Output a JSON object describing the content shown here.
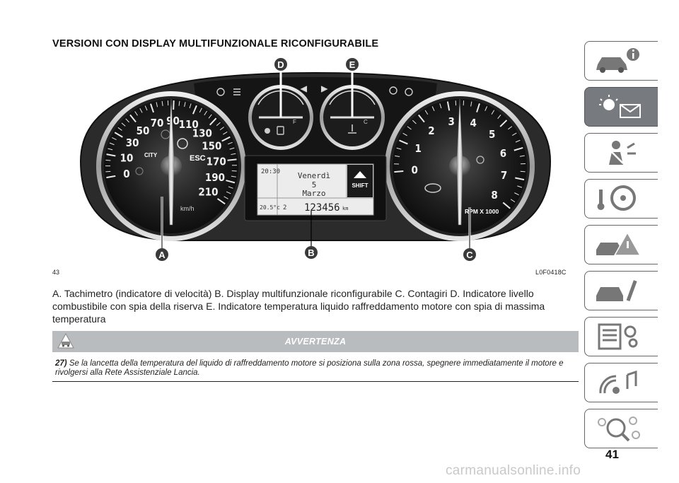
{
  "heading": "VERSIONI CON DISPLAY MULTIFUNZIONALE RICONFIGURABILE",
  "figure": {
    "number": "43",
    "code": "L0F0418C",
    "callouts": {
      "A": "A",
      "B": "B",
      "C": "C",
      "D": "D",
      "E": "E"
    },
    "speedometer": {
      "ticks": [
        "0",
        "10",
        "30",
        "50",
        "70",
        "90",
        "110",
        "130",
        "150",
        "170",
        "190",
        "210"
      ],
      "unit": "km/h",
      "city": "CITY",
      "esc": "ESC"
    },
    "tachometer": {
      "ticks": [
        "0",
        "1",
        "2",
        "3",
        "4",
        "5",
        "6",
        "7",
        "8"
      ],
      "unit": "RPM X 1000"
    },
    "display": {
      "time": "20:30",
      "day": "Venerdì",
      "date": "5",
      "month": "Marzo",
      "shift": "SHIFT",
      "temp": "20.5°c",
      "gear": "2",
      "odometer": "123456",
      "odometer_unit": "km"
    },
    "fuel_gauge": {
      "full": "F"
    },
    "temp_gauge": {
      "cold": "C"
    }
  },
  "caption": "A. Tachimetro (indicatore di velocità) B. Display multifunzionale riconfigurabile C. Contagiri D. Indicatore livello combustibile con spia della riserva E. Indicatore temperatura liquido raffreddamento motore con spia di massima temperatura",
  "warning": {
    "title": "AVVERTENZA",
    "number": "27)",
    "text": "Se la lancetta della temperatura del liquido di raffreddamento motore si posiziona sulla zona rossa, spegnere immediatamente il motore e rivolgersi alla Rete Assistenziale Lancia."
  },
  "page_number": "41",
  "watermark": "carmanualsonline.info",
  "side_tabs": [
    {
      "icon": "car-info-icon",
      "active": false
    },
    {
      "icon": "warning-lights-envelope-icon",
      "active": true
    },
    {
      "icon": "seatbelt-airbag-icon",
      "active": false
    },
    {
      "icon": "key-steering-wheel-icon",
      "active": false
    },
    {
      "icon": "car-emergency-icon",
      "active": false
    },
    {
      "icon": "car-maintenance-icon",
      "active": false
    },
    {
      "icon": "technical-data-icon",
      "active": false
    },
    {
      "icon": "multimedia-icon",
      "active": false
    },
    {
      "icon": "alphabetical-index-icon",
      "active": false
    }
  ]
}
